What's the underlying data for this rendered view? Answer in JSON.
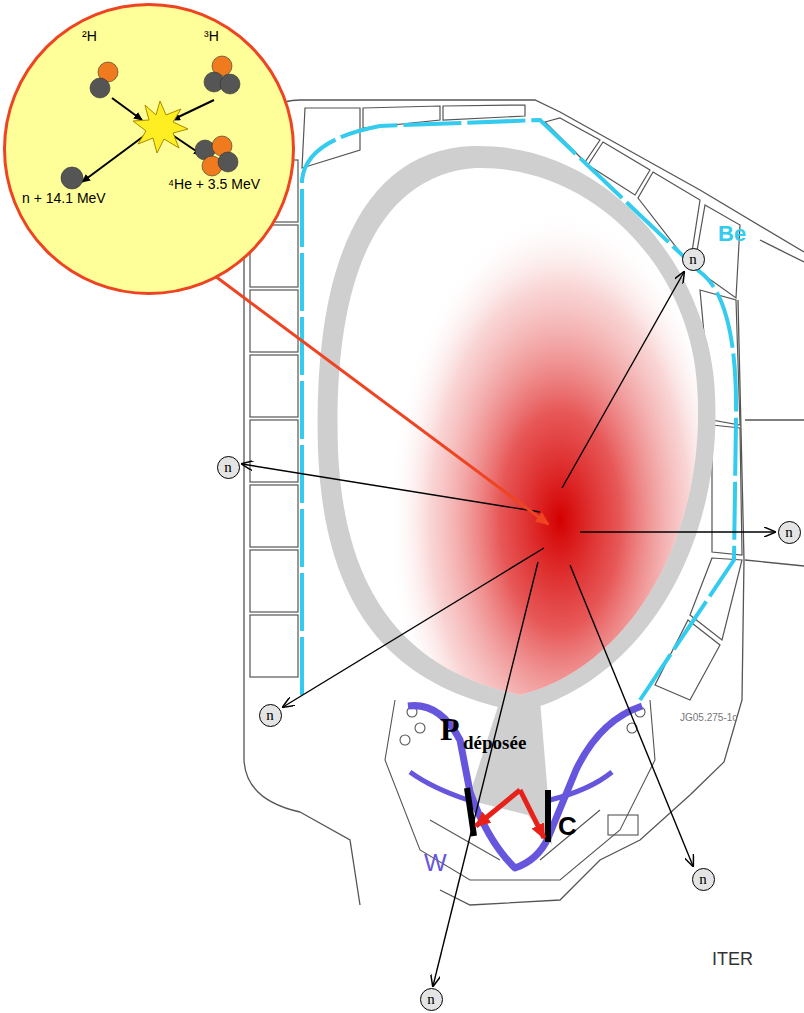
{
  "diagram": {
    "nodes": [
      {
        "text": [
          "²H",
          "³H",
          "n + 14.1 MeV",
          "⁴He + 3.5 MeV"
        ]
      },
      {
        "text": [
          "n"
        ]
      },
      {
        "text": [
          "n"
        ]
      },
      {
        "text": [
          "n"
        ]
      },
      {
        "text": [
          "n"
        ]
      },
      {
        "text": [
          "n"
        ]
      },
      {
        "text": [
          "n"
        ]
      }
    ],
    "labels": [
      "Be",
      "P",
      "déposée",
      "W",
      "C",
      "JG05.275-1c",
      "ITER"
    ]
  }
}
